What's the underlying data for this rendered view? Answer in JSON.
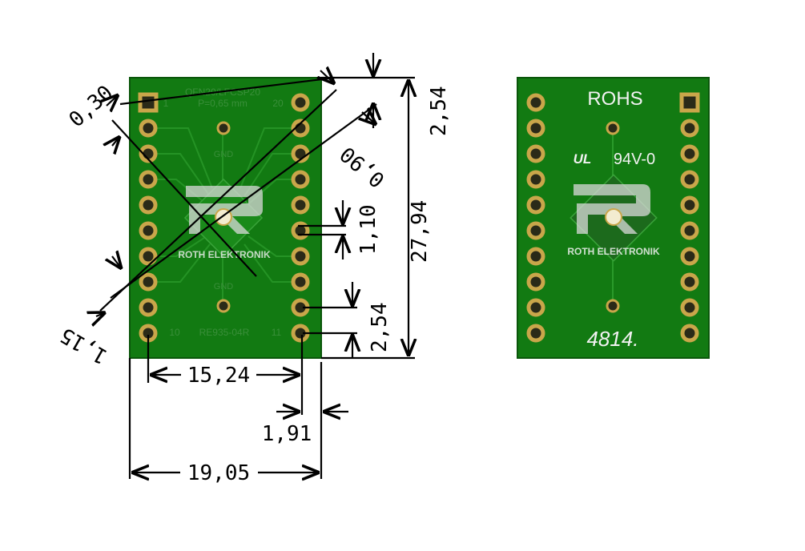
{
  "colors": {
    "pcb_green": "#127a12",
    "pcb_edge": "#0a560a",
    "pad_gold": "#c9a64a",
    "dim_line": "#000000",
    "silk_white": "#f2f2f2"
  },
  "left_board": {
    "top_text_1": "QFN20/LFCSP20",
    "top_text_2": "P=0,65 mm",
    "pin_1": "1",
    "pin_20": "20",
    "pin_10": "10",
    "pin_11": "11",
    "gnd_top": "GND",
    "gnd_bottom": "GND",
    "logo_text": "ROTH ELEKTRONIK",
    "part_number": "RE935-04R"
  },
  "right_board": {
    "rohs": "ROHS",
    "ul_mark": "UL",
    "rating": "94V-0",
    "logo_text": "ROTH ELEKTRONIK",
    "date_code": "4814."
  },
  "dimensions": {
    "d_030": "0,30",
    "d_115": "1,15",
    "d_090": "0,90",
    "d_254_top": "2,54",
    "d_2794": "27,94",
    "d_110": "1,10",
    "d_254_side": "2,54",
    "d_1524": "15,24",
    "d_191": "1,91",
    "d_1905": "19,05"
  }
}
